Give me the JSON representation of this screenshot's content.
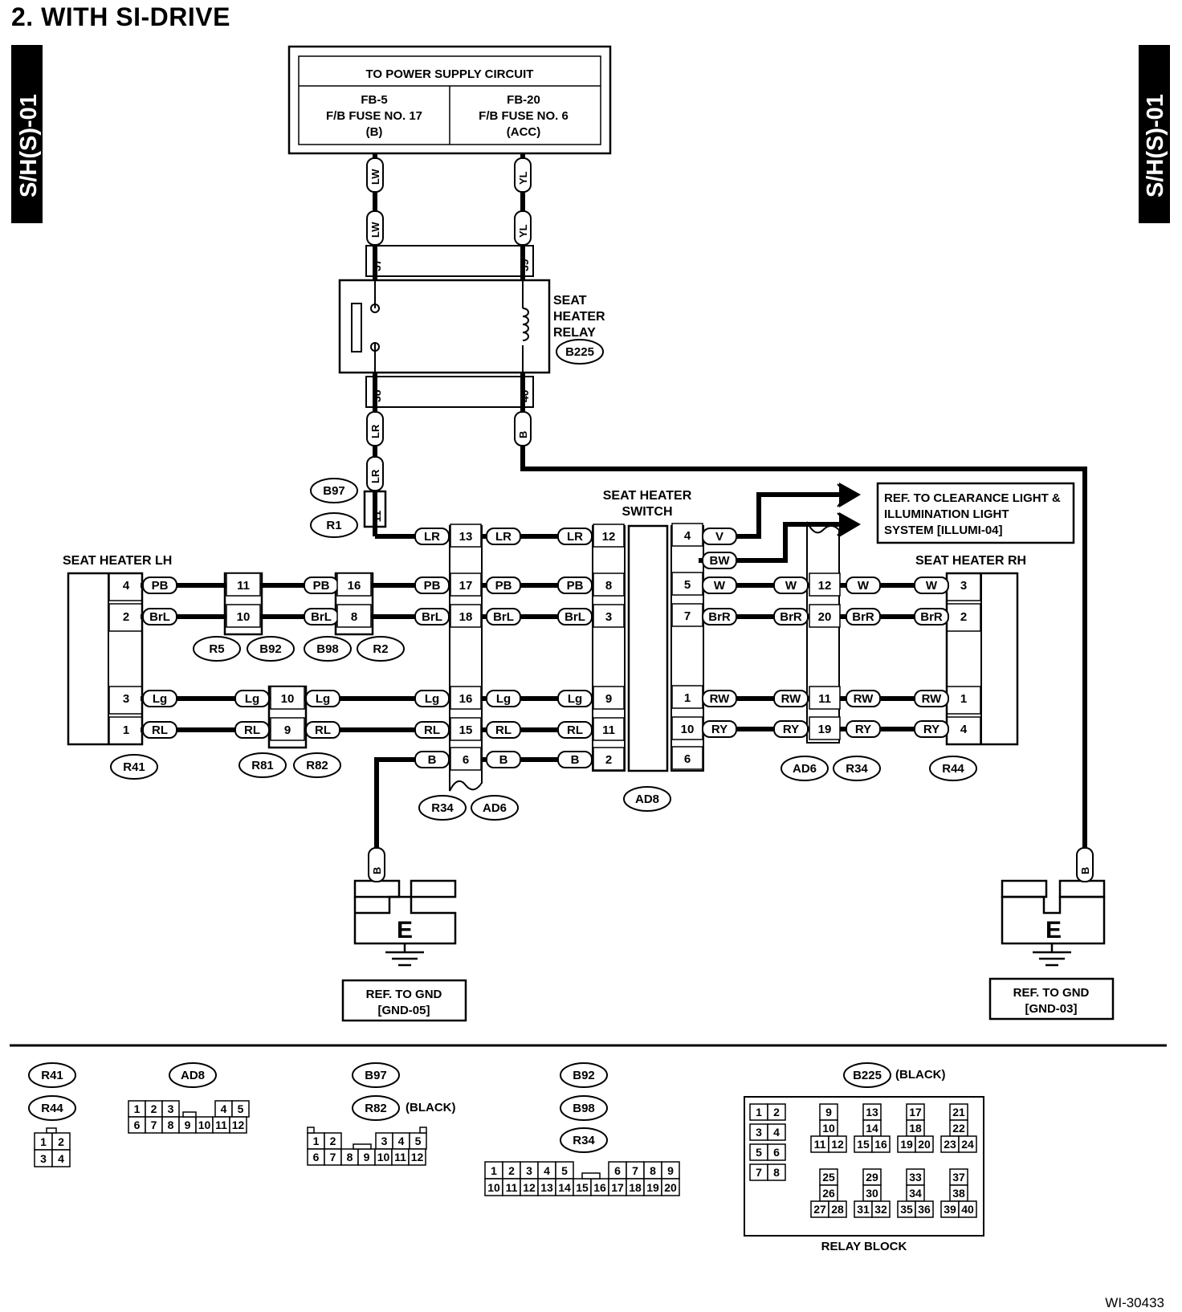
{
  "title": "2.  WITH SI-DRIVE",
  "side_tab": "S/H(S)-01",
  "figure_id": "WI-30433",
  "power_box": {
    "header": "TO POWER SUPPLY CIRCUIT",
    "left": [
      "FB-5",
      "F/B FUSE NO. 17",
      "(B)"
    ],
    "right": [
      "FB-20",
      "F/B FUSE NO. 6",
      "(ACC)"
    ]
  },
  "relay": {
    "label": [
      "SEAT",
      "HEATER",
      "RELAY"
    ],
    "connector": "B225",
    "pins": [
      "37",
      "39",
      "38",
      "40"
    ]
  },
  "switch_label": [
    "SEAT HEATER",
    "SWITCH"
  ],
  "seat_lh_label": "SEAT HEATER LH",
  "seat_rh_label": "SEAT HEATER RH",
  "ref_box": [
    "REF. TO CLEARANCE LIGHT &",
    "ILLUMINATION LIGHT",
    "SYSTEM [ILLUMI-04]"
  ],
  "gnd_left": [
    "REF. TO GND",
    "[GND-05]"
  ],
  "gnd_right": [
    "REF. TO GND",
    "[GND-03]"
  ],
  "ground_symbol": "E",
  "wire_colors": [
    "LW",
    "YL",
    "LR",
    "B",
    "PB",
    "BrL",
    "Lg",
    "RL",
    "V",
    "BW",
    "W",
    "BrR",
    "RW",
    "RY"
  ],
  "pins": {
    "b97": "11",
    "lh": [
      "4",
      "2",
      "3",
      "1"
    ],
    "b92": [
      "11",
      "10"
    ],
    "b98": [
      "16",
      "8"
    ],
    "r81": [
      "10",
      "9"
    ],
    "r34_left": [
      "13",
      "17",
      "18",
      "16",
      "15",
      "6"
    ],
    "ad8_left": [
      "12",
      "8",
      "3",
      "9",
      "11",
      "2"
    ],
    "ad8_right": [
      "4",
      "5",
      "7",
      "1",
      "10",
      "6"
    ],
    "r34_right": [
      "12",
      "20",
      "11",
      "19"
    ],
    "rh": [
      "3",
      "2",
      "1",
      "4"
    ]
  },
  "connector_tags": [
    "B97",
    "R1",
    "R5",
    "B92",
    "B98",
    "R2",
    "R41",
    "R81",
    "R82",
    "R34",
    "AD6",
    "AD8",
    "AD6",
    "R34",
    "R44"
  ],
  "legend": {
    "r41": "R41",
    "r44": "R44",
    "r41_pins": [
      "1",
      "2",
      "3",
      "4"
    ],
    "ad8": "AD8",
    "ad8_pins": [
      "1",
      "2",
      "3",
      "4",
      "5",
      "6",
      "7",
      "8",
      "9",
      "10",
      "11",
      "12"
    ],
    "b97": "B97",
    "r82": "R82",
    "black": "(BLACK)",
    "b97_pins": [
      "1",
      "2",
      "3",
      "4",
      "5",
      "6",
      "7",
      "8",
      "9",
      "10",
      "11",
      "12"
    ],
    "b92": "B92",
    "b98": "B98",
    "r34": "R34",
    "r34_pins": [
      "1",
      "2",
      "3",
      "4",
      "5",
      "6",
      "7",
      "8",
      "9",
      "10",
      "11",
      "12",
      "13",
      "14",
      "15",
      "16",
      "17",
      "18",
      "19",
      "20"
    ],
    "b225": "B225",
    "relay_block": "RELAY BLOCK",
    "relay_pins": [
      "1",
      "2",
      "3",
      "4",
      "5",
      "6",
      "7",
      "8",
      "9",
      "10",
      "11",
      "12",
      "13",
      "14",
      "15",
      "16",
      "17",
      "18",
      "19",
      "20",
      "21",
      "22",
      "23",
      "24",
      "25",
      "26",
      "27",
      "28",
      "29",
      "30",
      "31",
      "32",
      "33",
      "34",
      "35",
      "36",
      "37",
      "38",
      "39",
      "40"
    ]
  }
}
